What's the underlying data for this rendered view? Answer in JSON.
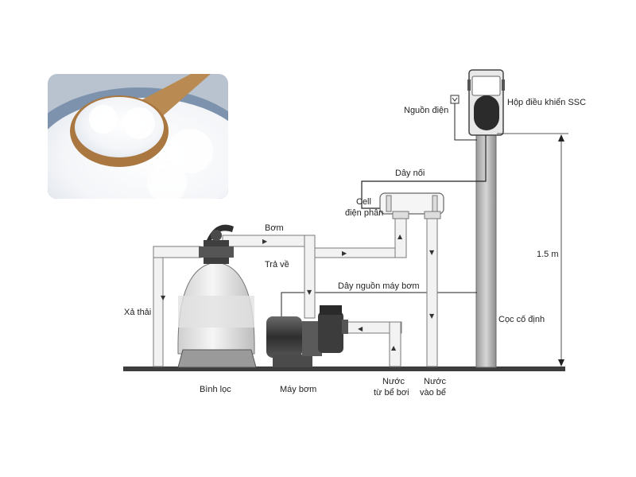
{
  "labels": {
    "power_source": "Nguồn điện",
    "controller": "Hộp điều khiển SSC",
    "connect_cable": "Dây nối",
    "cell_line1": "Cell",
    "cell_line2": "điện phân",
    "suction": "Bơm",
    "return": "Trả về",
    "pump_cable": "Dây nguồn máy bơm",
    "drain": "Xả thải",
    "filter": "Bình lọc",
    "pump": "Máy bơm",
    "water_from_line1": "Nước",
    "water_from_line2": "từ bể bơi",
    "water_to_line1": "Nước",
    "water_to_line2": "vào bể",
    "height": "1.5 m",
    "post": "Cọc cố định"
  },
  "colors": {
    "pipe_fill": "#f2f2f2",
    "pipe_stroke": "#7a7a7a",
    "metal_dark": "#3a3a3a",
    "ground": "#3d3d3d",
    "cable": "#222222"
  },
  "icons": {
    "photo": "salt-spoon-photo",
    "flow": "flow-arrow-icon"
  }
}
